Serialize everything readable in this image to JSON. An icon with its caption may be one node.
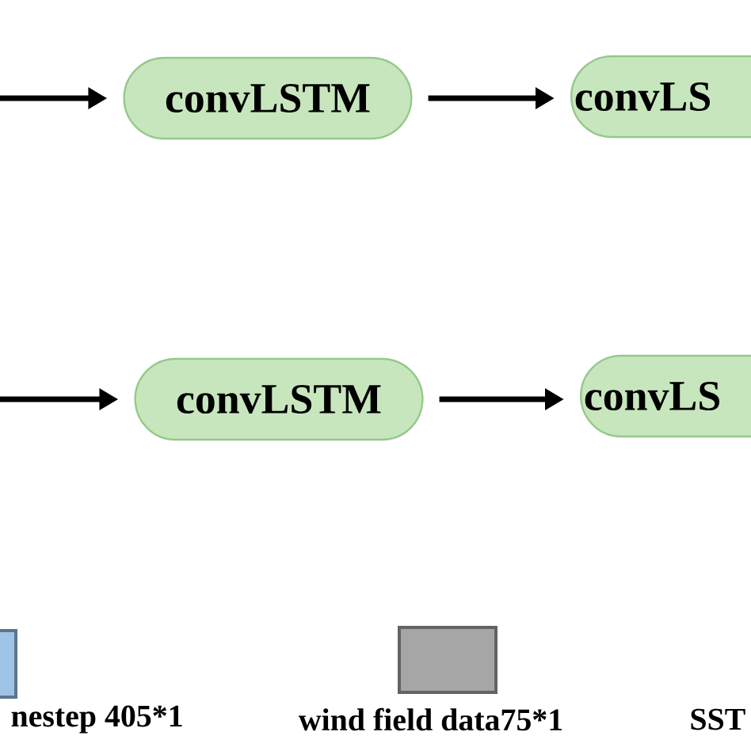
{
  "diagram": {
    "nodes": [
      {
        "text": [
          "convLSTM"
        ]
      },
      {
        "text": [
          "convLS"
        ]
      },
      {
        "text": [
          "convLSTM"
        ]
      },
      {
        "text": [
          "convLS"
        ]
      }
    ],
    "edges": [
      {
        "from": null,
        "to": 0,
        "arrow": "to"
      },
      {
        "from": 0,
        "to": 1,
        "arrow": "to"
      },
      {
        "from": null,
        "to": 2,
        "arrow": "to"
      },
      {
        "from": 2,
        "to": 3,
        "arrow": "to"
      }
    ],
    "legend": [
      {
        "text": "nestep 405*1",
        "color": "#9dc3e6"
      },
      {
        "text": "wind field data75*1",
        "color": "#a6a6a6"
      },
      {
        "text": "SST"
      }
    ]
  }
}
